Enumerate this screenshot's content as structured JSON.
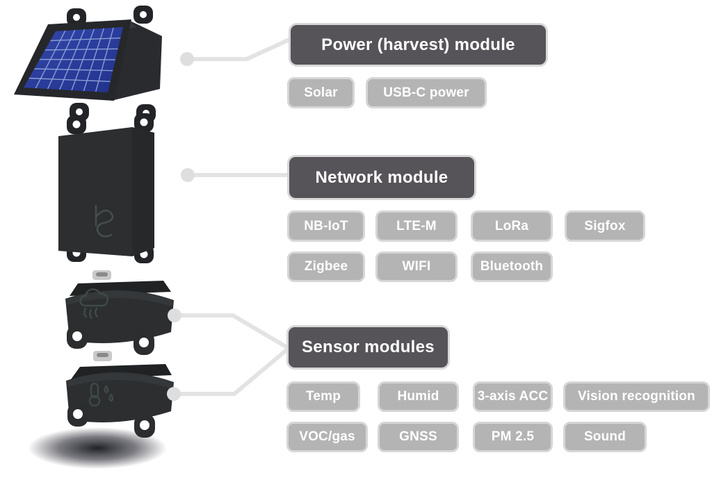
{
  "colors": {
    "title_box_bg": "#575459",
    "title_box_border": "#d8d8d8",
    "tag_bg": "#b4b4b4",
    "tag_border": "#d6d6d6",
    "label_text": "#ffffff",
    "connector": "#e3e3e3",
    "device_body": "#2b2d2f",
    "solar_panel_blue": "#2e41a0"
  },
  "illustration": {
    "modules": [
      {
        "name": "power-harvest-module-render",
        "icon": "solar-panel-icon"
      },
      {
        "name": "network-module-render",
        "icon": "brand-logo-icon"
      },
      {
        "name": "sensor-module-gas-render",
        "icon": "gas-cloud-icon"
      },
      {
        "name": "sensor-module-climate-render",
        "icon": "thermometer-droplets-icon"
      }
    ]
  },
  "sections": [
    {
      "title": "Power (harvest) module",
      "rows": [
        [
          "Solar",
          "USB-C power"
        ]
      ]
    },
    {
      "title": "Network module",
      "rows": [
        [
          "NB-IoT",
          "LTE-M",
          "LoRa",
          "Sigfox"
        ],
        [
          "Zigbee",
          "WIFI",
          "Bluetooth"
        ]
      ]
    },
    {
      "title": "Sensor modules",
      "rows": [
        [
          "Temp",
          "Humid",
          "3-axis ACC",
          "Vision recognition"
        ],
        [
          "VOC/gas",
          "GNSS",
          "PM 2.5",
          "Sound"
        ]
      ]
    }
  ]
}
